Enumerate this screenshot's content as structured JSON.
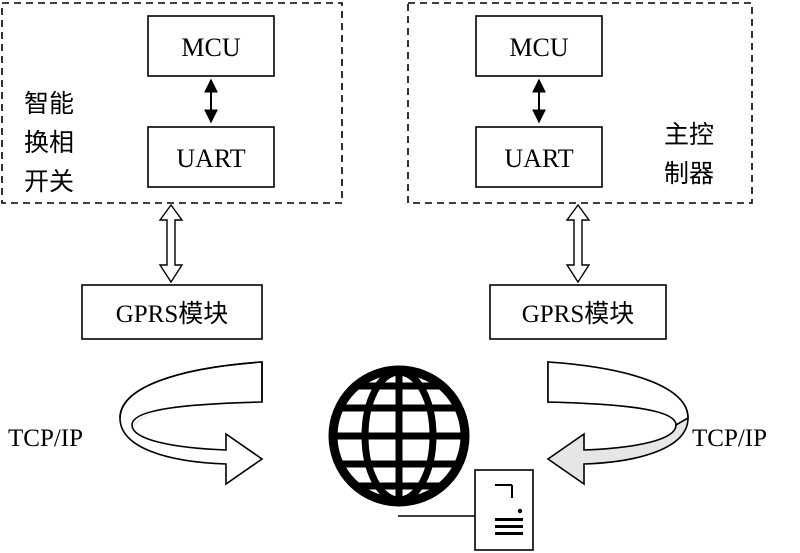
{
  "left_unit": {
    "group_label_lines": [
      "智能",
      "换相",
      "开关"
    ],
    "mcu_label": "MCU",
    "uart_label": "UART",
    "gprs_label": "GPRS模块",
    "protocol_label": "TCP/IP"
  },
  "right_unit": {
    "group_label_lines": [
      "主控",
      "制器"
    ],
    "mcu_label": "MCU",
    "uart_label": "UART",
    "gprs_label": "GPRS模块",
    "protocol_label": "TCP/IP"
  },
  "center": {
    "globe_icon": "globe-icon",
    "server_icon": "server-icon"
  },
  "colors": {
    "stroke": "#000000",
    "arrow_fill": "#e6e6e6",
    "background": "#ffffff"
  }
}
